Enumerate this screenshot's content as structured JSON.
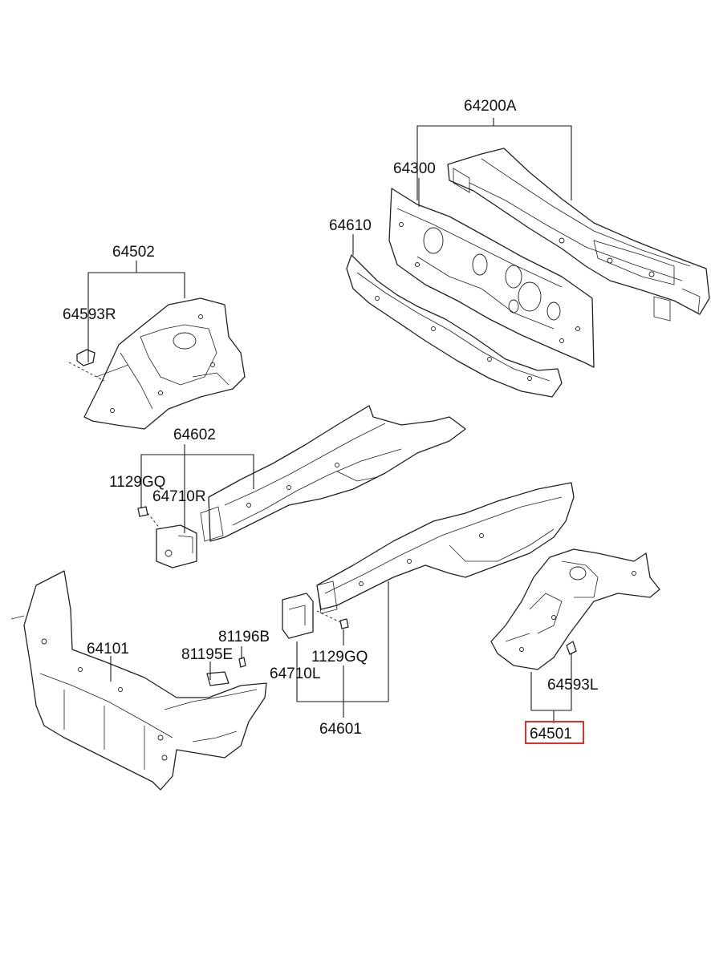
{
  "labels": {
    "p64200A": "64200A",
    "p64300": "64300",
    "p64610": "64610",
    "p64502": "64502",
    "p64593R": "64593R",
    "p64602": "64602",
    "p1129GQ_r": "1129GQ",
    "p64710R": "64710R",
    "p81196B": "81196B",
    "p81195E": "81195E",
    "p64101": "64101",
    "p64710L": "64710L",
    "p1129GQ_l": "1129GQ",
    "p64601": "64601",
    "p64593L": "64593L",
    "p64501": "64501"
  },
  "highlight": {
    "part": "64501",
    "color": "#e0302a"
  }
}
